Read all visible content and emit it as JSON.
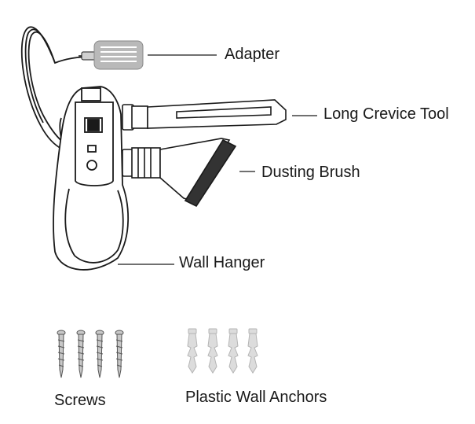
{
  "labels": {
    "adapter": "Adapter",
    "long_crevice_tool": "Long Crevice Tool",
    "dusting_brush": "Dusting Brush",
    "wall_hanger": "Wall Hanger",
    "screws": "Screws",
    "plastic_wall_anchors": "Plastic Wall Anchors"
  },
  "colors": {
    "line": "#1a1a1a",
    "adapter_fill": "#b9b9b9",
    "anchor_fill": "#dcdcdc",
    "screw_fill": "#c8c8c8"
  },
  "icons": [
    "adapter-icon",
    "long-crevice-tool-icon",
    "dusting-brush-icon",
    "wall-hanger-icon",
    "screw-icon",
    "wall-anchor-icon"
  ]
}
